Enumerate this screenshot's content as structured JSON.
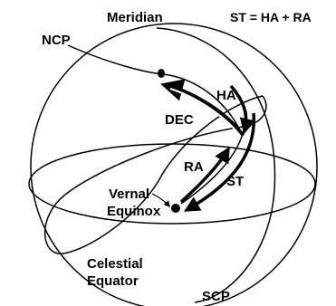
{
  "diagram": {
    "formula": "ST = HA + RA",
    "labels": {
      "meridian": "Meridian",
      "ncp": "NCP",
      "scp": "SCP",
      "ha": "HA",
      "dec": "DEC",
      "ra": "RA",
      "st": "ST",
      "vernal_line1": "Vernal",
      "vernal_line2": "Equinox",
      "celestial_line1": "Celestial",
      "celestial_line2": "Equator"
    }
  }
}
